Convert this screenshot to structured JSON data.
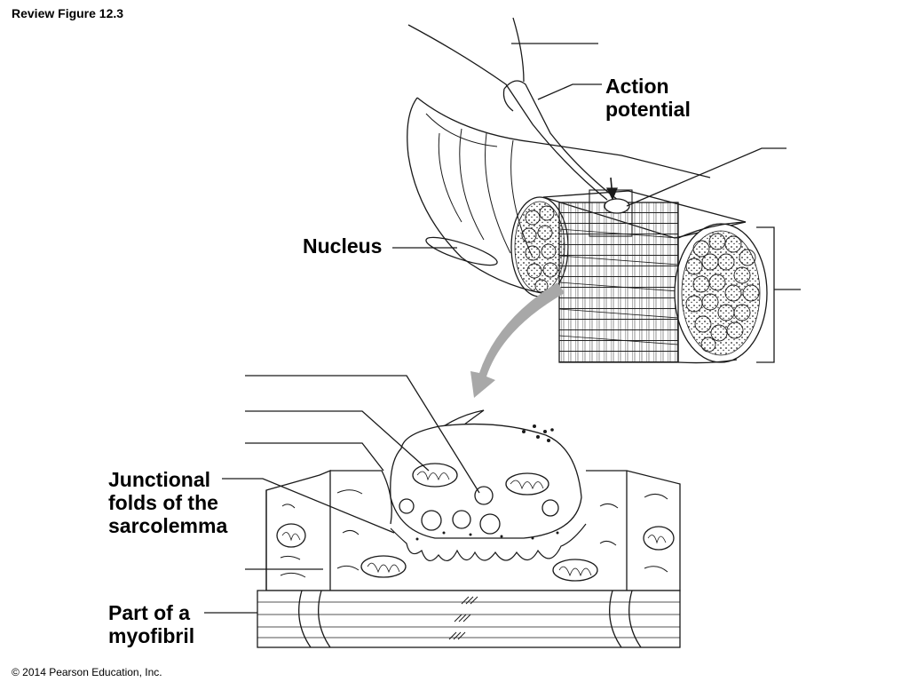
{
  "header": {
    "title": "Review Figure 12.3"
  },
  "labels": {
    "action_potential_1": "Action",
    "action_potential_2": "potential",
    "nucleus": "Nucleus",
    "junctional_1": "Junctional",
    "junctional_2": "folds of the",
    "junctional_3": "sarcolemma",
    "myofibril_1": "Part of a",
    "myofibril_2": "myofibril"
  },
  "footer": {
    "copyright": "© 2014 Pearson Education, Inc."
  },
  "colors": {
    "ink": "#1a1a1a",
    "arrow": "#a8a8a8",
    "background": "#ffffff"
  }
}
